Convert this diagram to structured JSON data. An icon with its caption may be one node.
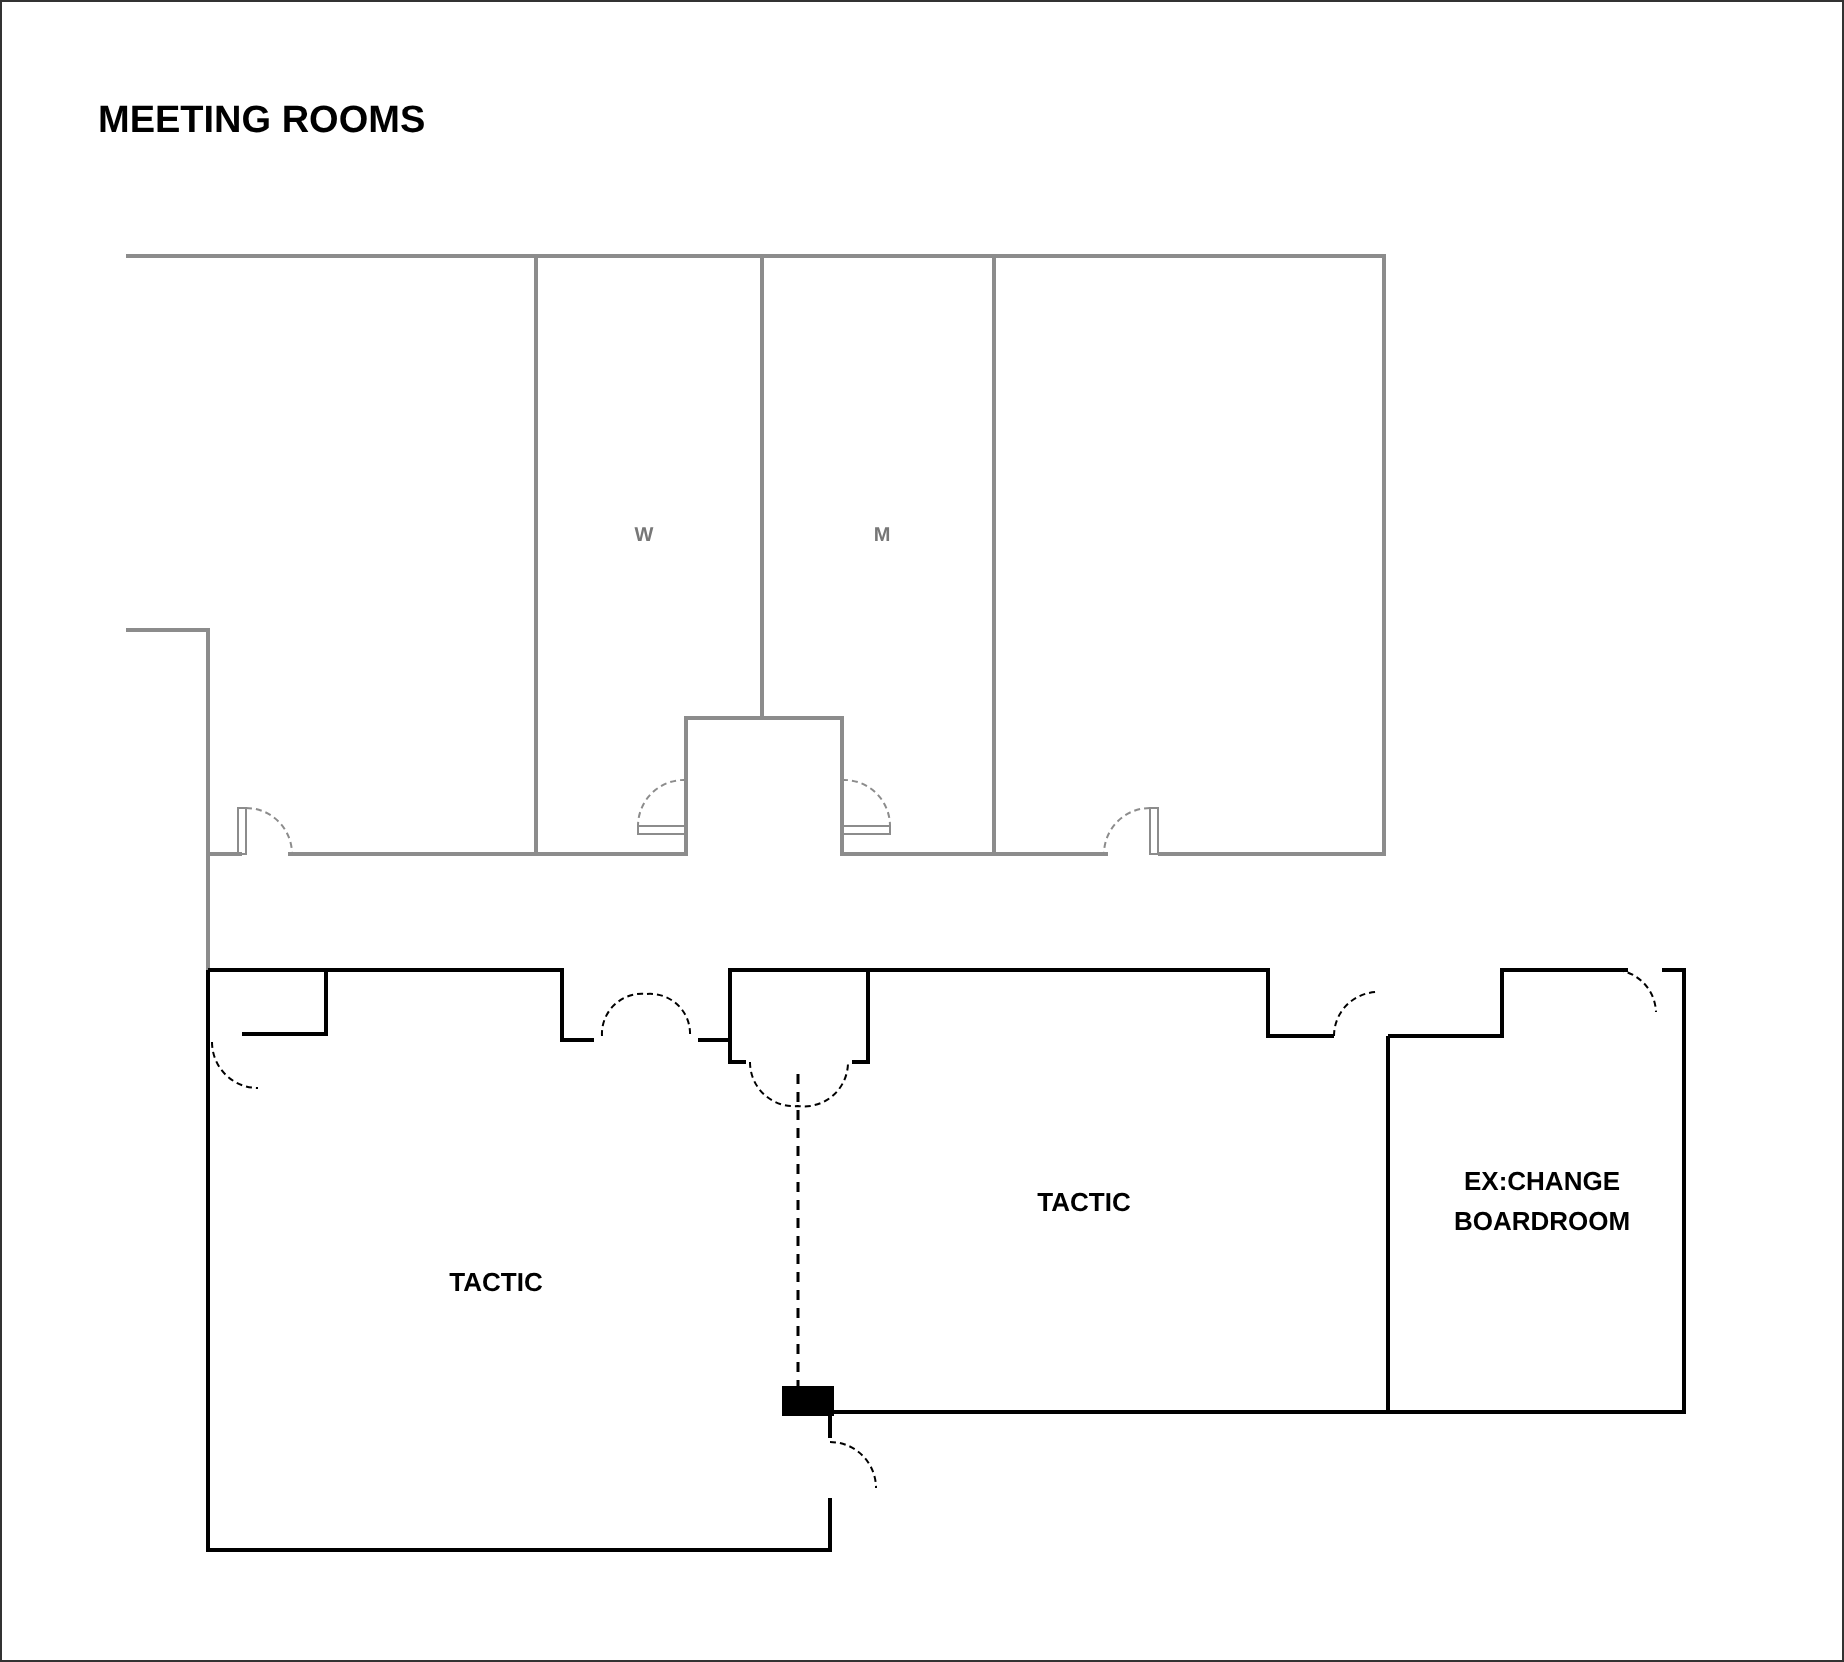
{
  "diagram": {
    "title": "MEETING ROOMS",
    "labels": [
      "W",
      "M",
      "TACTIC",
      "TACTIC",
      "EX:CHANGE BOARDROOM"
    ]
  }
}
